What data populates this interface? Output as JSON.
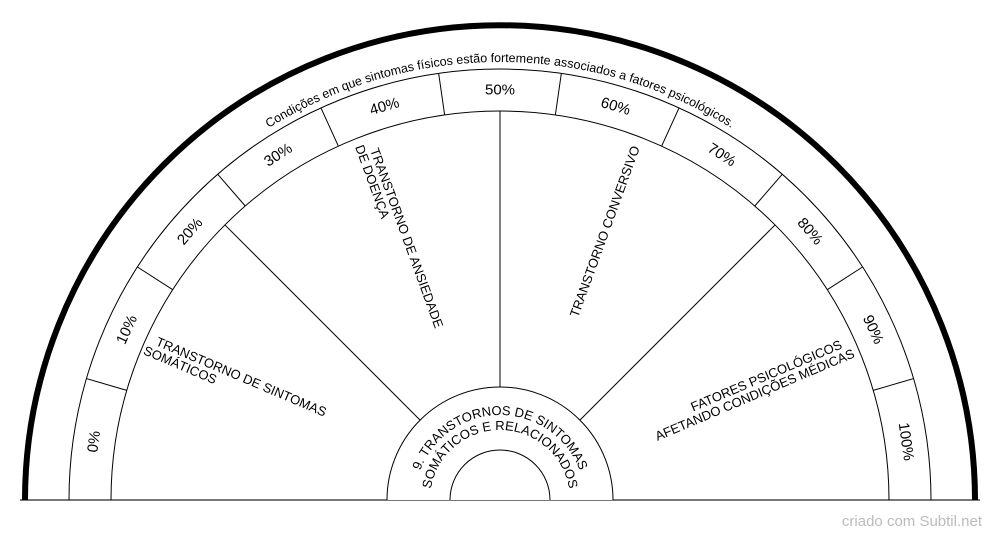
{
  "title": "Condições em que sintomas físicos estão fortemente associados a fatores psicológicos.",
  "center": {
    "line1": "9. TRANSTORNOS DE SINTOMAS",
    "line2": "SOMÁTICOS E RELACIONADOS"
  },
  "percentages": [
    "0%",
    "10%",
    "20%",
    "30%",
    "40%",
    "50%",
    "60%",
    "70%",
    "80%",
    "90%",
    "100%"
  ],
  "sectors": [
    {
      "line1": "TRANSTORNO DE SINTOMAS",
      "line2": "SOMÁTICOS"
    },
    {
      "line1": "TRANSTORNO DE ANSIEDADE",
      "line2": "DE DOENÇA"
    },
    {
      "line1": "TRANSTORNO CONVERSIVO",
      "line2": ""
    },
    {
      "line1": "FATORES PSICOLÓGICOS",
      "line2": "AFETANDO CONDIÇÕES MÉDICAS"
    }
  ],
  "footer": "criado com Subtil.net"
}
